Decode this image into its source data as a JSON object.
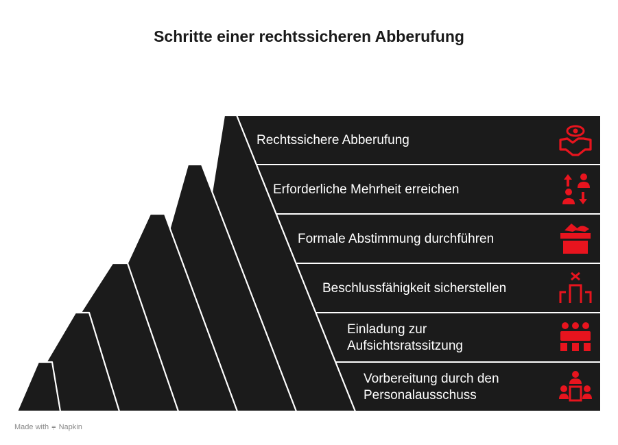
{
  "title": "Schritte einer rechtssicheren Abberufung",
  "accent_color": "#e8141e",
  "band_color": "#1b1b1b",
  "steps": [
    {
      "label": "Rechtssichere Abberufung",
      "icon": "handshake-eye-icon"
    },
    {
      "label": "Erforderliche Mehrheit erreichen",
      "icon": "people-up-down-arrows-icon"
    },
    {
      "label": "Formale Abstimmung durchführen",
      "icon": "ballot-box-icon"
    },
    {
      "label": "Beschlussfähigkeit sicherstellen",
      "icon": "quorum-person-x-icon"
    },
    {
      "label": "Einladung zur\nAufsichtsratssitzung",
      "icon": "board-meeting-table-icon"
    },
    {
      "label": "Vorbereitung durch den\nPersonalausschuss",
      "icon": "committee-meeting-icon"
    }
  ],
  "footer": {
    "made_with": "Made with",
    "brand": "Napkin"
  }
}
